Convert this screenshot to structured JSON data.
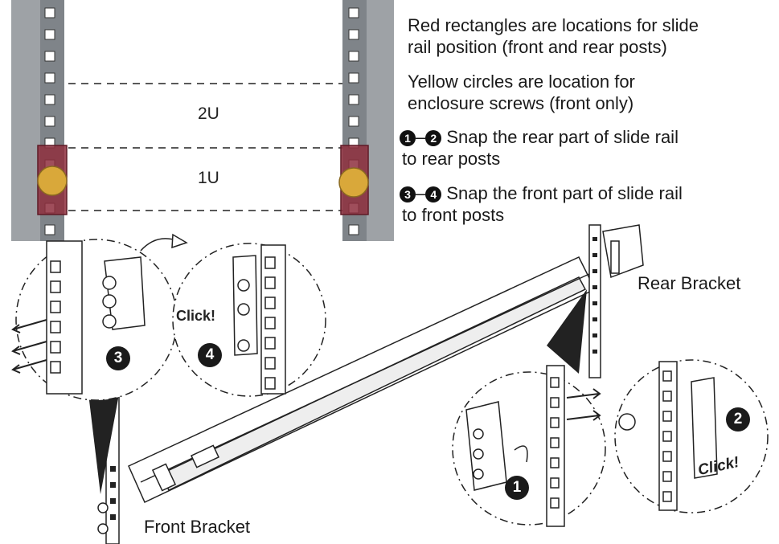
{
  "notes": {
    "red_rectangles": "Red rectangles are locations for slide rail position (front and rear posts)",
    "red_rectangles_l1": "Red rectangles are locations for slide",
    "red_rectangles_l2": "rail position (front and rear posts)",
    "yellow_circles_l1": "Yellow circles are location for",
    "yellow_circles_l2": "enclosure screws (front only)"
  },
  "steps": {
    "rear": {
      "from": "1",
      "to": "2",
      "dash": "–",
      "text_l1": " Snap the rear part of slide rail",
      "text_l2": "to rear posts"
    },
    "front": {
      "from": "3",
      "to": "4",
      "dash": "–",
      "text_l1": " Snap the front part of slide rail",
      "text_l2": "to front posts"
    }
  },
  "rack_units": {
    "upper": "2U",
    "lower": "1U"
  },
  "labels": {
    "rear_bracket": "Rear Bracket",
    "front_bracket": "Front Bracket",
    "click_front": "Click!",
    "click_rear": "Click!"
  },
  "callouts": {
    "c1": "1",
    "c2": "2",
    "c3": "3",
    "c4": "4"
  },
  "colors": {
    "rail_slot_red": "#8e2f3e",
    "screw_yellow": "#d9a83a",
    "post_gray": "#8a8f94",
    "line_black": "#111111"
  }
}
